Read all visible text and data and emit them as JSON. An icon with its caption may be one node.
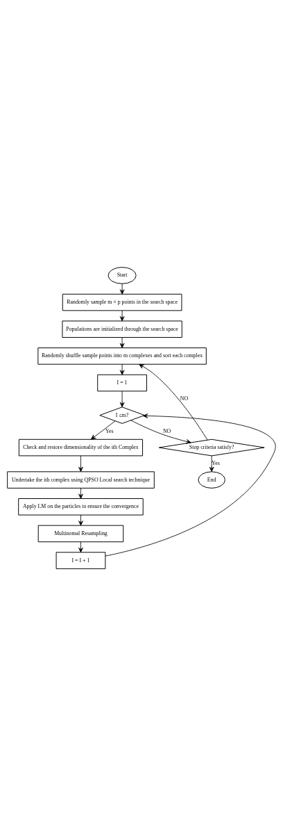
{
  "diagram": {
    "nodes": [
      {
        "text": [
          "Start"
        ]
      },
      {
        "text": [
          "Randomly sample m × p points in the search space"
        ]
      },
      {
        "text": [
          "Populations are initialized through the search space"
        ]
      },
      {
        "text": [
          "Randomly shuffle sample points into m complexes and sort each complex"
        ]
      },
      {
        "text": [
          "I = 1"
        ]
      },
      {
        "text": [
          "I ≤m?"
        ]
      },
      {
        "text": [
          "Check and restore dimensionality of the ith Complex"
        ]
      },
      {
        "text": [
          "Undertake the ith complex using QPSO Local search technique"
        ]
      },
      {
        "text": [
          "Apply LM on the particles to ensure the convergence"
        ]
      },
      {
        "text": [
          "Multinomal Resampling"
        ]
      },
      {
        "text": [
          "I = I + 1"
        ]
      },
      {
        "text": [
          "Stop criteria satisfy?"
        ]
      },
      {
        "text": [
          "End"
        ]
      }
    ],
    "edges": [
      {
        "from": 0,
        "to": 1,
        "arrow": "to"
      },
      {
        "from": 1,
        "to": 2,
        "arrow": "to"
      },
      {
        "from": 2,
        "to": 3,
        "arrow": "to"
      },
      {
        "from": 3,
        "to": 4,
        "arrow": "to"
      },
      {
        "from": 4,
        "to": 5,
        "arrow": "to"
      },
      {
        "from": 5,
        "to": 6,
        "arrow": "to",
        "label": "Yes"
      },
      {
        "from": 6,
        "to": 7,
        "arrow": "to"
      },
      {
        "from": 7,
        "to": 8,
        "arrow": "to"
      },
      {
        "from": 8,
        "to": 9,
        "arrow": "to"
      },
      {
        "from": 9,
        "to": 10,
        "arrow": "to"
      },
      {
        "from": 10,
        "to": 5,
        "arrow": "to"
      },
      {
        "from": 5,
        "to": 11,
        "arrow": "to",
        "label": "NO"
      },
      {
        "from": 11,
        "to": 3,
        "arrow": "to",
        "label": "NO"
      },
      {
        "from": 11,
        "to": 12,
        "arrow": "to",
        "label": "Yes"
      }
    ]
  }
}
